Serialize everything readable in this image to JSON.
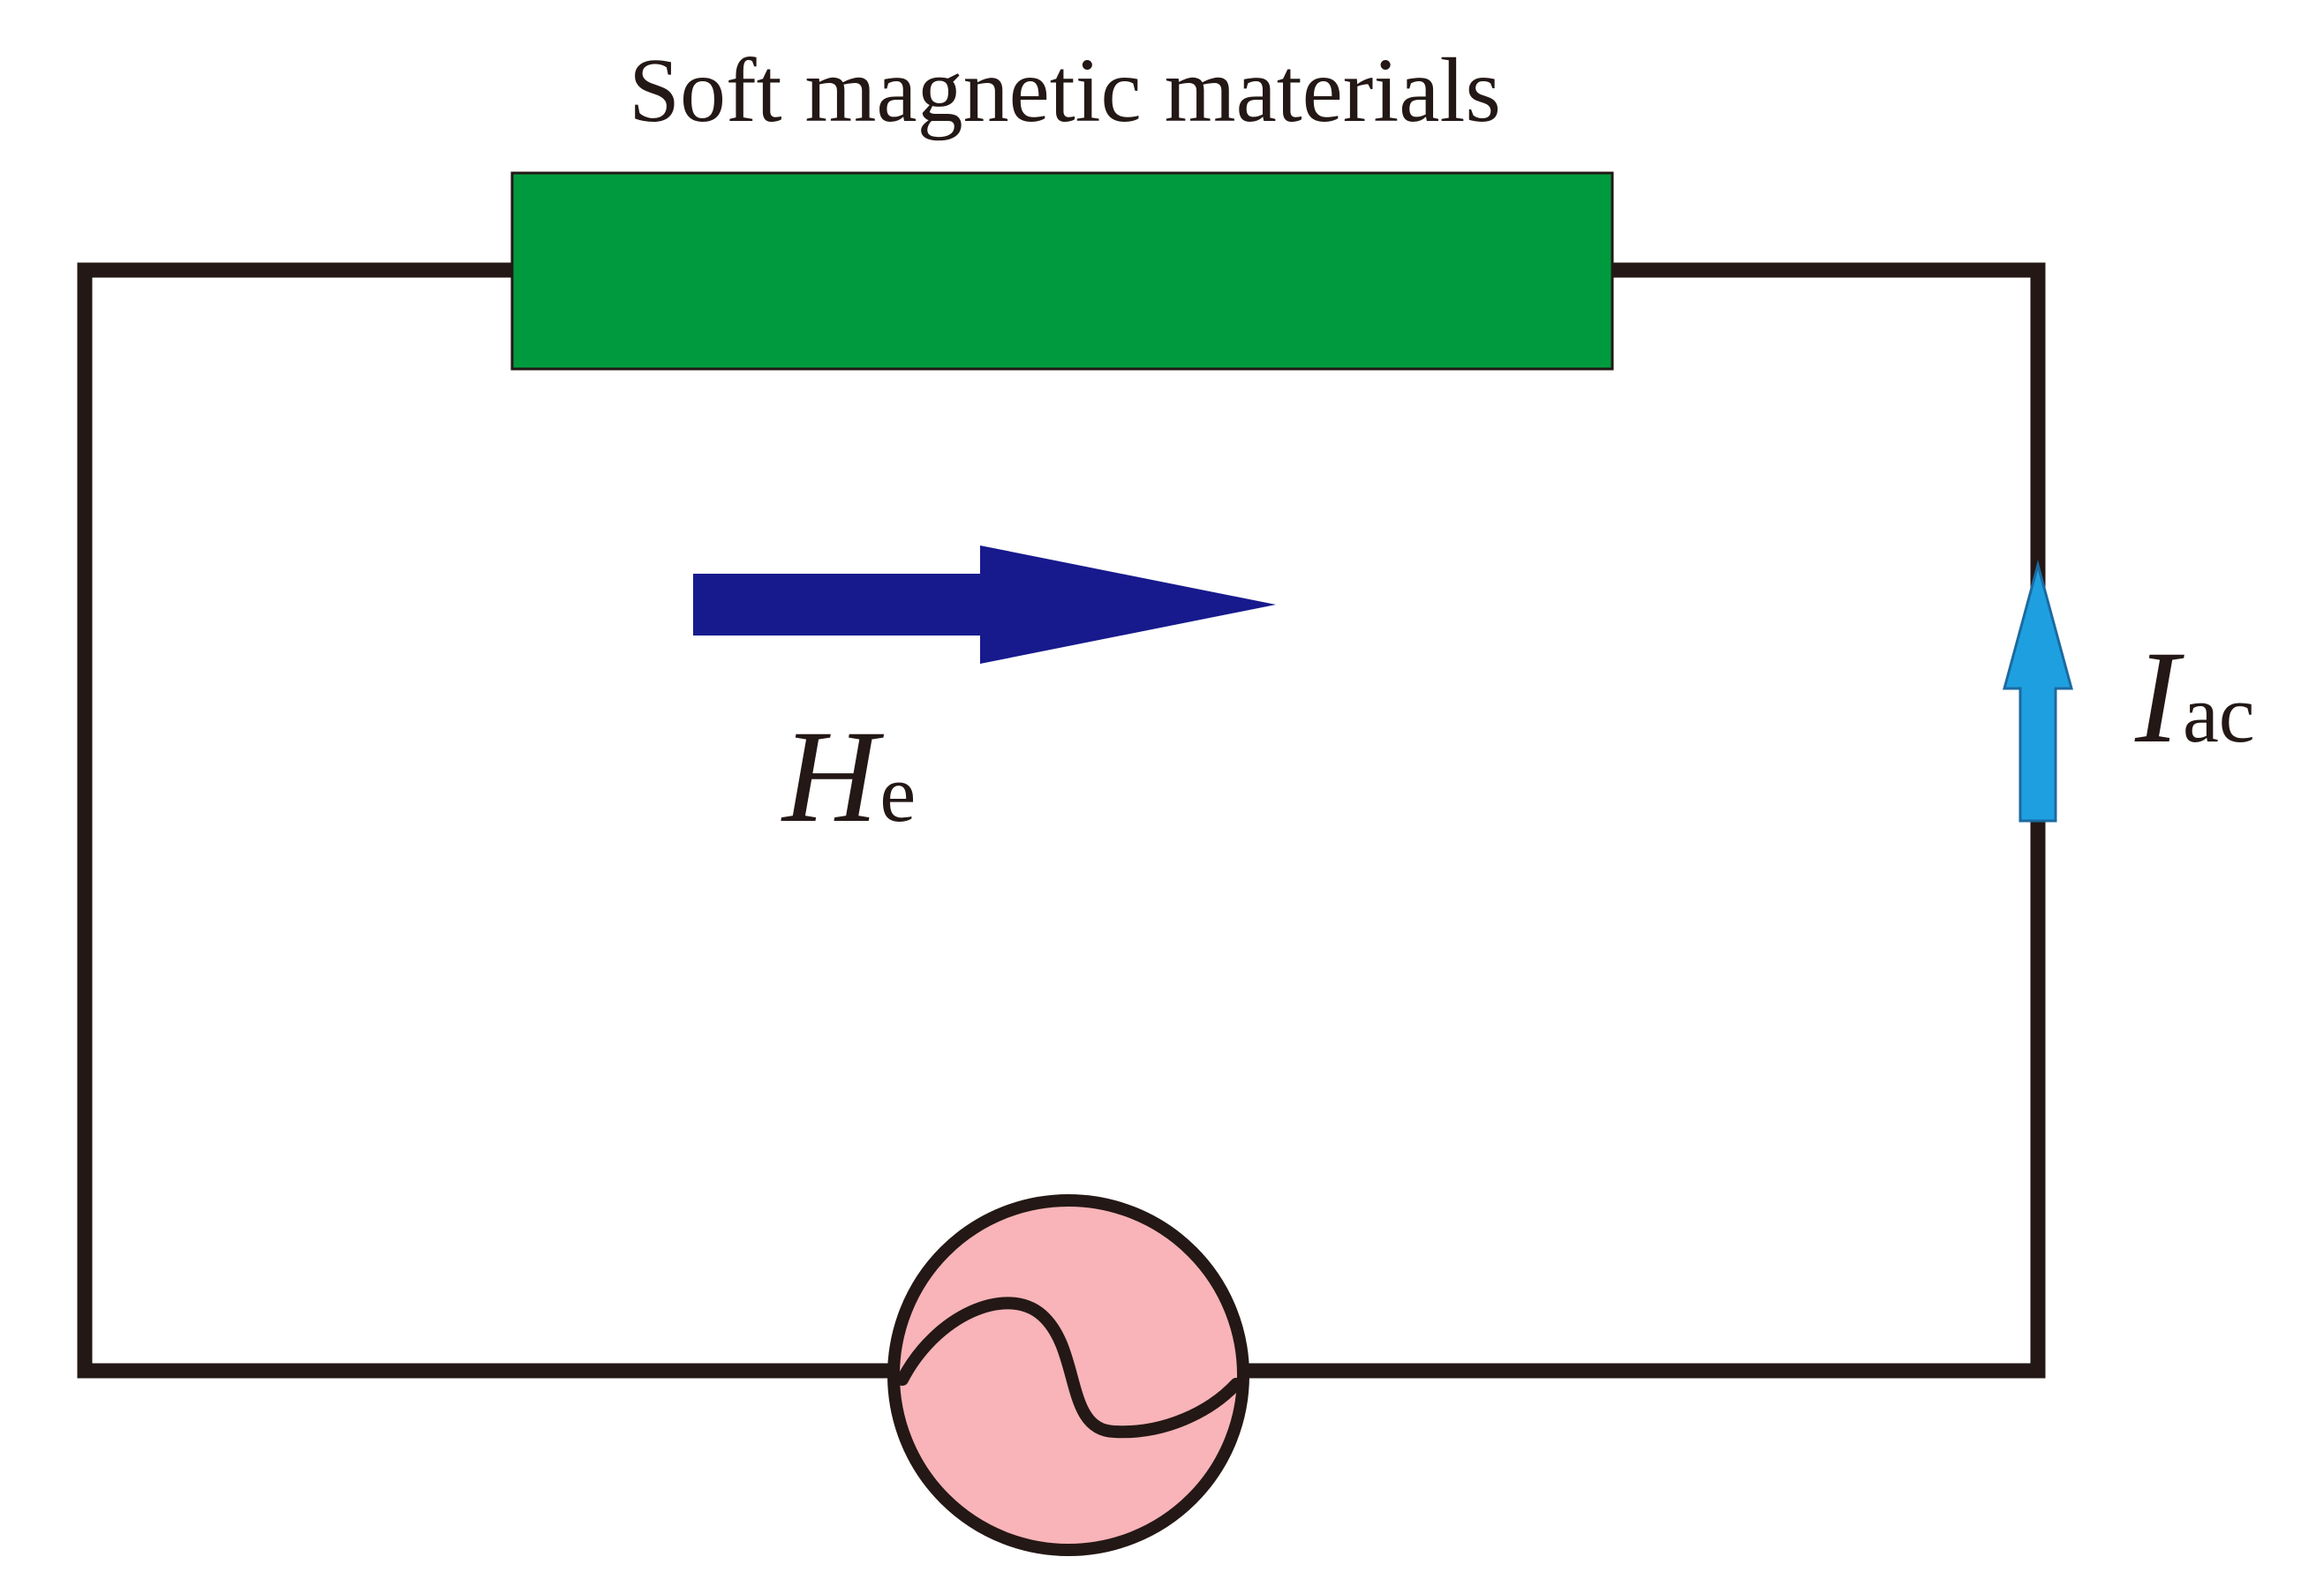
{
  "diagram": {
    "material_label": "Soft magnetic materials",
    "field_symbol": "H",
    "field_subscript": "e",
    "current_symbol": "I",
    "current_subscript": "ac",
    "ac_source": "ac-source-icon"
  },
  "colors": {
    "wire": "#231815",
    "material_fill": "#009a3e",
    "field_arrow": "#171a8c",
    "current_arrow": "#1ea0e0",
    "source_fill": "#f8b4b8"
  }
}
